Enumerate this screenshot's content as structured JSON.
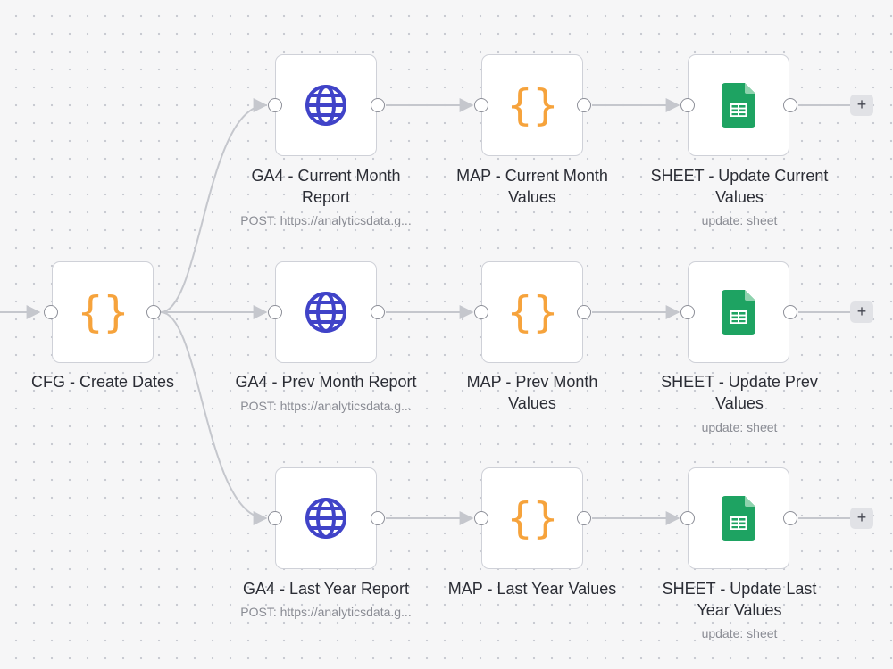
{
  "nodes": {
    "cfg": {
      "title": "CFG - Create Dates",
      "icon": "code-braces-icon"
    },
    "ga4_current": {
      "title": "GA4 - Current Month Report",
      "subtitle": "POST: https://analyticsdata.g...",
      "icon": "globe-icon"
    },
    "ga4_prev": {
      "title": "GA4 - Prev Month Report",
      "subtitle": "POST: https://analyticsdata.g...",
      "icon": "globe-icon"
    },
    "ga4_last": {
      "title": "GA4 - Last Year Report",
      "subtitle": "POST: https://analyticsdata.g...",
      "icon": "globe-icon"
    },
    "map_current": {
      "title": "MAP - Current Month Values",
      "icon": "code-braces-icon"
    },
    "map_prev": {
      "title": "MAP - Prev Month Values",
      "icon": "code-braces-icon"
    },
    "map_last": {
      "title": "MAP - Last Year Values",
      "icon": "code-braces-icon"
    },
    "sheet_current": {
      "title": "SHEET - Update Current Values",
      "subtitle": "update: sheet",
      "icon": "google-sheets-icon"
    },
    "sheet_prev": {
      "title": "SHEET - Update Prev Values",
      "subtitle": "update: sheet",
      "icon": "google-sheets-icon"
    },
    "sheet_last": {
      "title": "SHEET - Update Last Year Values",
      "subtitle": "update: sheet",
      "icon": "google-sheets-icon"
    }
  },
  "add_button_label": "+",
  "braces_glyph": "{}",
  "colors": {
    "globe": "#4043c8",
    "braces": "#f6a33c",
    "sheets": "#1ea362",
    "edge": "#c5c7cd",
    "node_border": "#cfd1d8"
  }
}
